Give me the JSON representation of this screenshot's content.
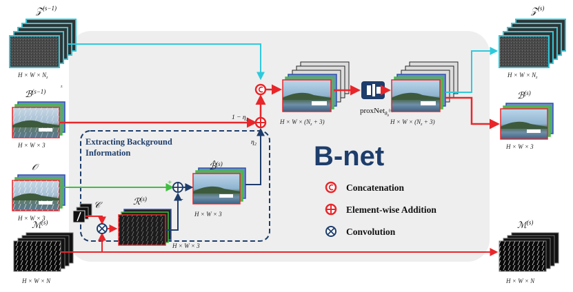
{
  "colors": {
    "red": "#e8262a",
    "cyan": "#2fc9dc",
    "green": "#3fbf3f",
    "navy": "#1d3d6b",
    "panel": "#eeeeee",
    "teal": "#2a9d8f"
  },
  "title": "B-net",
  "region_label_1": "Extracting Background",
  "region_label_2": "Information",
  "z_prev": {
    "symbol": "𝒵",
    "sup": "(s−1)",
    "dim": "H × W × N",
    "sub": "z"
  },
  "b_prev": {
    "symbol": "ℬ",
    "sup": "(s−1)",
    "dim": "H × W × 3"
  },
  "o": {
    "symbol": "𝒪",
    "dim": "H × W × 3"
  },
  "m": {
    "symbol": "ℳ",
    "sup": "(s)",
    "dim": "H × W × N"
  },
  "c": {
    "symbol": "𝒞"
  },
  "r": {
    "symbol": "ℛ",
    "sup": "(s)",
    "dim": "H × W × 3"
  },
  "bhat": {
    "symbol": "ℬ̂",
    "sup": "(s)",
    "dim": "H × W × 3"
  },
  "concat_feat": {
    "dim": "H × W × (N",
    "sub": "z",
    "dim_end": " + 3)"
  },
  "prox_feat": {
    "dim": "H × W × (N",
    "sub": "z",
    "dim_end": " + 3)"
  },
  "z_out": {
    "symbol": "𝒵",
    "sup": "(s)",
    "dim": "H × W × N",
    "sub": "z"
  },
  "b_out": {
    "symbol": "ℬ",
    "sup": "(s)",
    "dim": "H × W × 3"
  },
  "m_out": {
    "symbol": "ℳ",
    "sup": "(s)",
    "dim": "H × W × N"
  },
  "proxnet": {
    "name": "proxNet",
    "sub": "θ",
    "subsub": "b",
    "sup": "(s)"
  },
  "eta_1": "1 − η",
  "eta_1_sub": "2",
  "eta_2": "η",
  "eta_2_sub": "2",
  "tiny_z": "z",
  "plus": "+",
  "minus": "-",
  "legend": [
    {
      "icon": "concat-icon",
      "label": "Concatenation"
    },
    {
      "icon": "add-icon",
      "label": "Element-wise Addition"
    },
    {
      "icon": "conv-icon",
      "label": "Convolution"
    }
  ]
}
